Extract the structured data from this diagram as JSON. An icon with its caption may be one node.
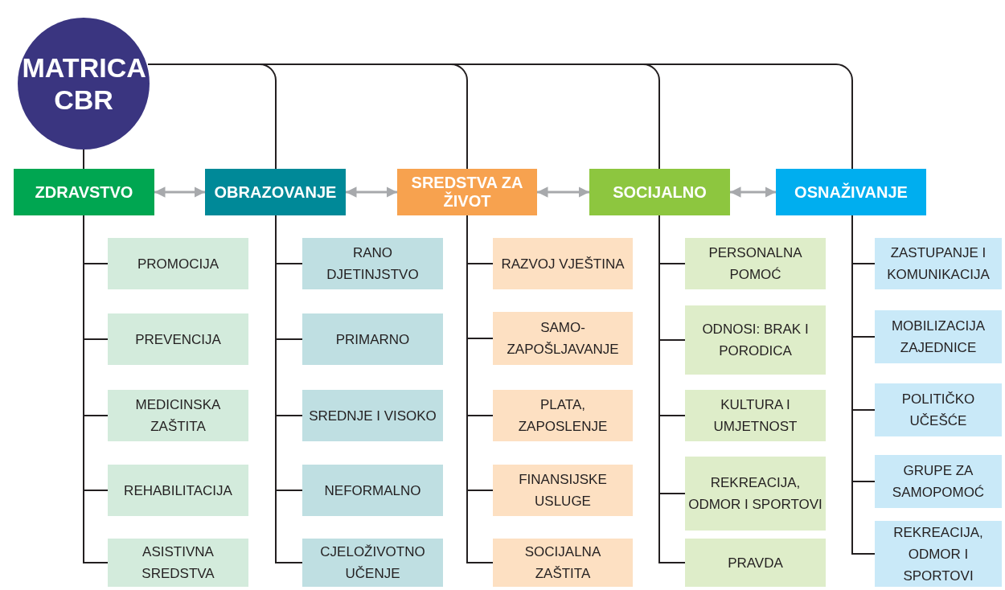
{
  "diagram": {
    "nodes": [
      {
        "text": [
          "MATRICA CBR"
        ]
      },
      {
        "text": [
          "ZDRAVSTVO"
        ]
      },
      {
        "text": [
          "OBRAZOVANJE"
        ]
      },
      {
        "text": [
          "SREDSTVA ZA ŽIVOT"
        ]
      },
      {
        "text": [
          "SOCIJALNO"
        ]
      },
      {
        "text": [
          "OSNAŽIVANJE"
        ]
      },
      {
        "text": [
          "PROMOCIJA"
        ]
      },
      {
        "text": [
          "PREVENCIJA"
        ]
      },
      {
        "text": [
          "MEDICINSKA ZAŠTITA"
        ]
      },
      {
        "text": [
          "REHABILITACIJA"
        ]
      },
      {
        "text": [
          "ASISTIVNA SREDSTVA"
        ]
      },
      {
        "text": [
          "RANO DJETINJSTVO"
        ]
      },
      {
        "text": [
          "PRIMARNO"
        ]
      },
      {
        "text": [
          "SREDNJE I VISOKO"
        ]
      },
      {
        "text": [
          "NEFORMALNO"
        ]
      },
      {
        "text": [
          "CJELOŽIVOTNO UČENJE"
        ]
      },
      {
        "text": [
          "RAZVOJ VJEŠTINA"
        ]
      },
      {
        "text": [
          "SAMO-ZAPOŠLJAVANJE"
        ]
      },
      {
        "text": [
          "PLATA, ZAPOSLENJE"
        ]
      },
      {
        "text": [
          "FINANSIJSKE USLUGE"
        ]
      },
      {
        "text": [
          "SOCIJALNA ZAŠTITA"
        ]
      },
      {
        "text": [
          "PERSONALNA POMOĆ"
        ]
      },
      {
        "text": [
          "ODNOSI: BRAK I PORODICA"
        ]
      },
      {
        "text": [
          "KULTURA I UMJETNOST"
        ]
      },
      {
        "text": [
          "REKREACIJA, ODMOR I SPORTOVI"
        ]
      },
      {
        "text": [
          "PRAVDA"
        ]
      },
      {
        "text": [
          "ZASTUPANJE I KOMUNIKACIJA"
        ]
      },
      {
        "text": [
          "MOBILIZACIJA ZAJEDNICE"
        ]
      },
      {
        "text": [
          "POLITIČKO UČEŠĆE"
        ]
      },
      {
        "text": [
          "GRUPE ZA SAMOPOMOĆ"
        ]
      },
      {
        "text": [
          "REKREACIJA, ODMOR I SPORTOVI"
        ]
      }
    ],
    "edges": [
      {
        "from": 0,
        "to": 1,
        "arrow": "none"
      },
      {
        "from": 0,
        "to": 2,
        "arrow": "none"
      },
      {
        "from": 0,
        "to": 3,
        "arrow": "none"
      },
      {
        "from": 0,
        "to": 4,
        "arrow": "none"
      },
      {
        "from": 0,
        "to": 5,
        "arrow": "none"
      },
      {
        "from": 1,
        "to": 2,
        "arrow": "both",
        "color": "#a7a9ac"
      },
      {
        "from": 2,
        "to": 3,
        "arrow": "both",
        "color": "#a7a9ac"
      },
      {
        "from": 3,
        "to": 4,
        "arrow": "both",
        "color": "#a7a9ac"
      },
      {
        "from": 4,
        "to": 5,
        "arrow": "both",
        "color": "#a7a9ac"
      },
      {
        "from": 1,
        "to": 6,
        "arrow": "none"
      },
      {
        "from": 1,
        "to": 7,
        "arrow": "none"
      },
      {
        "from": 1,
        "to": 8,
        "arrow": "none"
      },
      {
        "from": 1,
        "to": 9,
        "arrow": "none"
      },
      {
        "from": 1,
        "to": 10,
        "arrow": "none"
      },
      {
        "from": 2,
        "to": 11,
        "arrow": "none"
      },
      {
        "from": 2,
        "to": 12,
        "arrow": "none"
      },
      {
        "from": 2,
        "to": 13,
        "arrow": "none"
      },
      {
        "from": 2,
        "to": 14,
        "arrow": "none"
      },
      {
        "from": 2,
        "to": 15,
        "arrow": "none"
      },
      {
        "from": 3,
        "to": 16,
        "arrow": "none"
      },
      {
        "from": 3,
        "to": 17,
        "arrow": "none"
      },
      {
        "from": 3,
        "to": 18,
        "arrow": "none"
      },
      {
        "from": 3,
        "to": 19,
        "arrow": "none"
      },
      {
        "from": 3,
        "to": 20,
        "arrow": "none"
      },
      {
        "from": 4,
        "to": 21,
        "arrow": "none"
      },
      {
        "from": 4,
        "to": 22,
        "arrow": "none"
      },
      {
        "from": 4,
        "to": 23,
        "arrow": "none"
      },
      {
        "from": 4,
        "to": 24,
        "arrow": "none"
      },
      {
        "from": 4,
        "to": 25,
        "arrow": "none"
      },
      {
        "from": 5,
        "to": 26,
        "arrow": "none"
      },
      {
        "from": 5,
        "to": 27,
        "arrow": "none"
      },
      {
        "from": 5,
        "to": 28,
        "arrow": "none"
      },
      {
        "from": 5,
        "to": 29,
        "arrow": "none"
      },
      {
        "from": 5,
        "to": 30,
        "arrow": "none"
      }
    ]
  }
}
